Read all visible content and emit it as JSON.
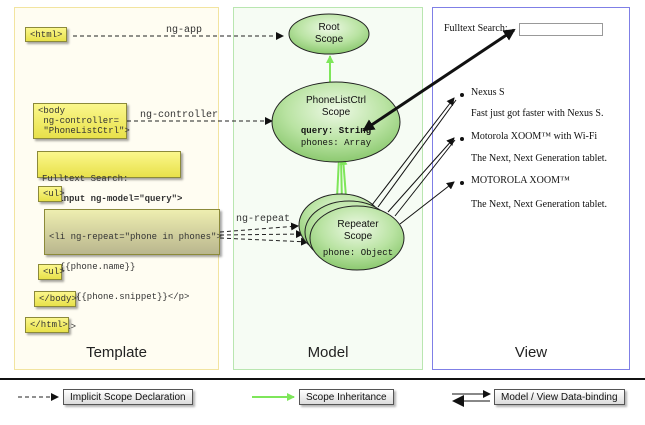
{
  "panels": {
    "template": "Template",
    "model": "Model",
    "view": "View"
  },
  "template": {
    "html_open": "<html>",
    "body_open": "<body\n ng-controller=\n \"PhoneListCtrl\">",
    "search_label": "Fulltext Search:",
    "search_input": "<input ng-model=\"query\">",
    "ul_open": "<ul>",
    "li_line1": "<li ng-repeat=\"phone in phones\">",
    "li_line2": "  {{phone.name}}",
    "li_line3": "  <p>{{phone.snippet}}</p>",
    "li_line4": "</li>",
    "ul_close": "<ul>",
    "body_close": "</body>",
    "html_close": "</html>"
  },
  "model": {
    "root_line1": "Root",
    "root_line2": "Scope",
    "ctrl_line1": "PhoneListCtrl",
    "ctrl_line2": "Scope",
    "ctrl_query": "query: String",
    "ctrl_phones": "phones: Array",
    "repeater_line1": "Repeater",
    "repeater_line2": "Scope",
    "repeater_phone": "phone: Object"
  },
  "connectors": {
    "ng_app": "ng-app",
    "ng_controller": "ng-controller",
    "ng_repeat": "ng-repeat"
  },
  "view": {
    "search_label": "Fulltext Search:",
    "items": [
      {
        "name": "Nexus S",
        "snippet": "Fast just got faster with Nexus S."
      },
      {
        "name": "Motorola XOOM™ with Wi-Fi",
        "snippet": "The Next, Next Generation tablet."
      },
      {
        "name": "MOTOROLA XOOM™",
        "snippet": "The Next, Next Generation tablet."
      }
    ]
  },
  "legend": {
    "implicit": "Implicit Scope Declaration",
    "inheritance": "Scope Inheritance",
    "binding": "Model / View Data-binding"
  },
  "colors": {
    "template_border": "#f2e4a0",
    "model_border": "#b9e6b0",
    "view_border": "#7f7fe6",
    "inheritance_arrow": "#7ee65a",
    "scope_fill": "#9ad27e"
  }
}
